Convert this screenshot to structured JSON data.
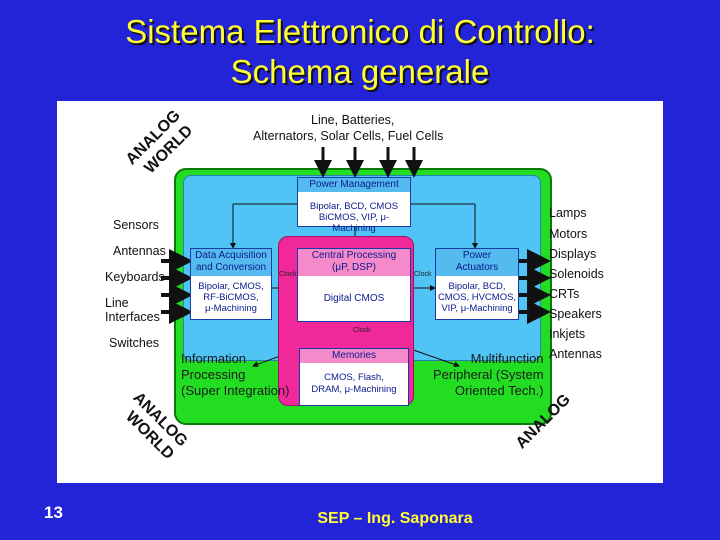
{
  "slide": {
    "title_line1": "Sistema Elettronico di Controllo:",
    "title_line2": "Schema generale",
    "number": "13",
    "footer": "SEP – Ing. Saponara"
  },
  "diagram": {
    "top_inputs_line1": "Line, Batteries,",
    "top_inputs_line2": "Alternators, Solar Cells, Fuel Cells",
    "left_labels": [
      "Sensors",
      "Antennas",
      "Keyboards",
      "Line",
      "Interfaces",
      "Switches"
    ],
    "right_labels": [
      "Lamps",
      "Motors",
      "Displays",
      "Solenoids",
      "CRTs",
      "Speakers",
      "Inkjets",
      "Antennas"
    ],
    "power_management": {
      "title": "Power Management",
      "body1": "Bipolar, BCD, CMOS",
      "body2": "BiCMOS, VIP, μ-Machining"
    },
    "data_acquisition": {
      "title1": "Data Acquisition",
      "title2": "and Conversion",
      "body1": "Bipolar, CMOS,",
      "body2": "RF-BiCMOS,",
      "body3": "μ-Machining"
    },
    "central_processing": {
      "title1": "Central Processing",
      "title2": "(μP, DSP)",
      "body": "Digital CMOS"
    },
    "power_actuators": {
      "title1": "Power",
      "title2": "Actuators",
      "body1": "Bipolar, BCD,",
      "body2": "CMOS, HVCMOS,",
      "body3": "VIP, μ-Machining"
    },
    "memories": {
      "title": "Memories",
      "body1": "CMOS, Flash,",
      "body2": "DRAM, μ-Machining"
    },
    "clock": "Clock",
    "info_processing_line1": "Information",
    "info_processing_line2": "Processing",
    "info_processing_line3": "(Super Integration)",
    "multifunction_line1": "Multifunction",
    "multifunction_line2": "Peripheral (System",
    "multifunction_line3": "Oriented Tech.)",
    "stamp_analog": "ANALOG",
    "stamp_world": "WORLD"
  },
  "colors": {
    "background": "#2323d8",
    "title": "#ffff33",
    "green_block": "#22dd22",
    "blue_block": "#4fc4f5",
    "pink_block": "#f0289a"
  }
}
